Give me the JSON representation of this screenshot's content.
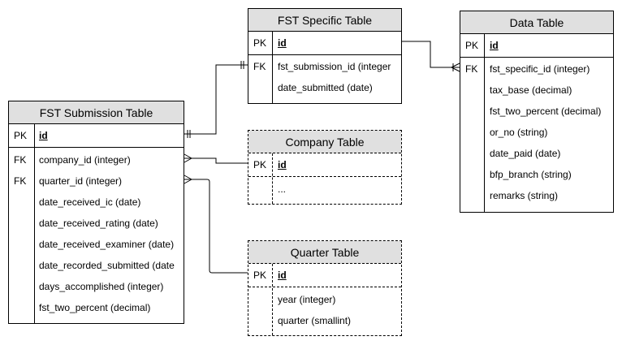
{
  "tables": {
    "fst_submission": {
      "title": "FST Submission Table",
      "pk": {
        "key": "PK",
        "field": "id"
      },
      "rows": [
        {
          "key": "FK",
          "field": "company_id (integer)"
        },
        {
          "key": "FK",
          "field": "quarter_id (integer)"
        },
        {
          "key": "",
          "field": "date_received_ic (date)"
        },
        {
          "key": "",
          "field": "date_received_rating (date)"
        },
        {
          "key": "",
          "field": "date_received_examiner (date)"
        },
        {
          "key": "",
          "field": "date_recorded_submitted (date"
        },
        {
          "key": "",
          "field": "days_accomplished (integer)"
        },
        {
          "key": "",
          "field": "fst_two_percent (decimal)"
        }
      ]
    },
    "fst_specific": {
      "title": "FST Specific Table",
      "pk": {
        "key": "PK",
        "field": "id"
      },
      "rows": [
        {
          "key": "FK",
          "field": "fst_submission_id (integer"
        },
        {
          "key": "",
          "field": "date_submitted (date)"
        }
      ]
    },
    "data": {
      "title": "Data Table",
      "pk": {
        "key": "PK",
        "field": "id"
      },
      "rows": [
        {
          "key": "FK",
          "field": "fst_specific_id (integer)"
        },
        {
          "key": "",
          "field": "tax_base (decimal)"
        },
        {
          "key": "",
          "field": "fst_two_percent (decimal)"
        },
        {
          "key": "",
          "field": "or_no (string)"
        },
        {
          "key": "",
          "field": "date_paid (date)"
        },
        {
          "key": "",
          "field": "bfp_branch (string)"
        },
        {
          "key": "",
          "field": "remarks (string)"
        }
      ]
    },
    "company": {
      "title": "Company Table",
      "pk": {
        "key": "PK",
        "field": "id"
      },
      "rows": [
        {
          "key": "",
          "field": "..."
        }
      ]
    },
    "quarter": {
      "title": "Quarter Table",
      "pk": {
        "key": "PK",
        "field": "id"
      },
      "rows": [
        {
          "key": "",
          "field": "year (integer)"
        },
        {
          "key": "",
          "field": "quarter (smallint)"
        }
      ]
    }
  }
}
